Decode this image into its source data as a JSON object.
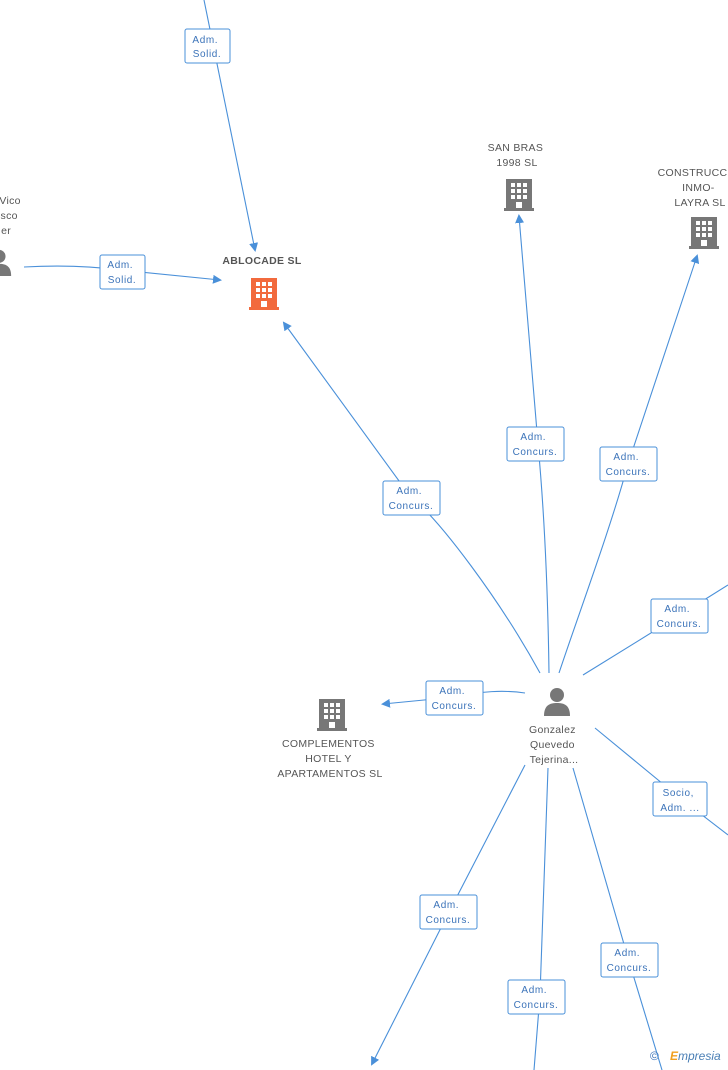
{
  "colors": {
    "edge": "#4a90d9",
    "label_text": "#3b73b9",
    "building_gray": "#777777",
    "building_highlight": "#f26a3d",
    "person_gray": "#777777"
  },
  "nodes": [
    {
      "id": "ablocade",
      "type": "company",
      "highlight": true,
      "lines": [
        "ABLOCADE SL"
      ]
    },
    {
      "id": "sanbras",
      "type": "company",
      "highlight": false,
      "lines": [
        "SAN BRAS",
        "1998  SL"
      ]
    },
    {
      "id": "construccio",
      "type": "company",
      "highlight": false,
      "lines": [
        "CONSTRUCCIO",
        "INMO-",
        "LAYRA SL"
      ]
    },
    {
      "id": "complementos",
      "type": "company",
      "highlight": false,
      "lines": [
        "COMPLEMENTOS",
        "HOTEL Y",
        "APARTAMENTOS SL"
      ]
    },
    {
      "id": "gonzalez",
      "type": "person",
      "lines": [
        "Gonzalez",
        "Quevedo",
        "Tejerina..."
      ]
    },
    {
      "id": "vico",
      "type": "person",
      "lines": [
        "Vico",
        "sco",
        "er"
      ]
    }
  ],
  "edge_labels": [
    {
      "id": "e1",
      "lines": [
        "Adm.",
        "Solid."
      ]
    },
    {
      "id": "e2",
      "lines": [
        "Adm.",
        "Solid."
      ]
    },
    {
      "id": "e3",
      "lines": [
        "Adm.",
        "Concurs."
      ]
    },
    {
      "id": "e4",
      "lines": [
        "Adm.",
        "Concurs."
      ]
    },
    {
      "id": "e5",
      "lines": [
        "Adm.",
        "Concurs."
      ]
    },
    {
      "id": "e6",
      "lines": [
        "Adm.",
        "Concurs."
      ]
    },
    {
      "id": "e7",
      "lines": [
        "Adm.",
        "Concurs."
      ]
    },
    {
      "id": "e8",
      "lines": [
        "Socio,",
        "Adm. ..."
      ]
    },
    {
      "id": "e9",
      "lines": [
        "Adm.",
        "Concurs."
      ]
    },
    {
      "id": "e10",
      "lines": [
        "Adm.",
        "Concurs."
      ]
    },
    {
      "id": "e11",
      "lines": [
        "Adm.",
        "Concurs."
      ]
    }
  ],
  "footer": {
    "copyright": "©",
    "brand_initial": "E",
    "brand_rest": "mpresia"
  }
}
